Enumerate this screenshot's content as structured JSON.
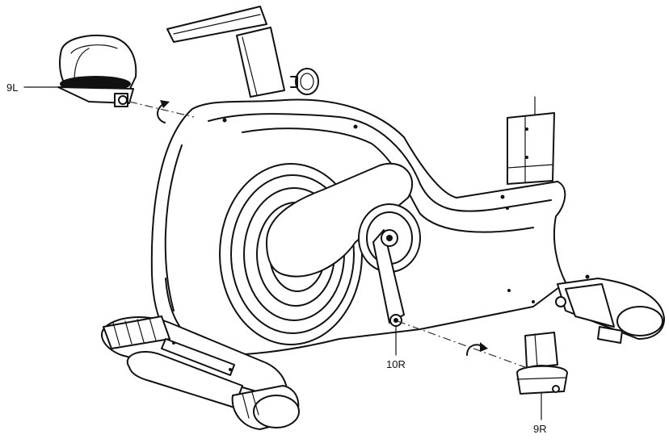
{
  "callouts": {
    "left_pedal": "9L",
    "crank_bolt": "10R",
    "right_pedal": "9R"
  },
  "colors": {
    "line": "#111111",
    "background": "#ffffff"
  },
  "icons": [
    "rotation-arrow-counterclockwise-icon",
    "rotation-arrow-clockwise-icon"
  ]
}
